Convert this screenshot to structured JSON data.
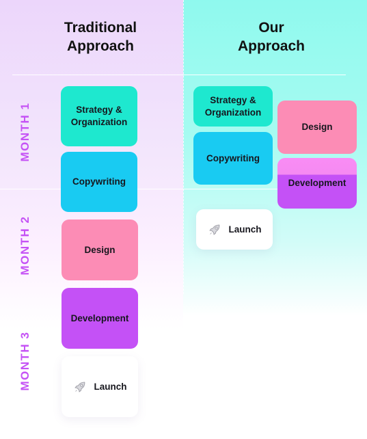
{
  "columns": {
    "traditional": {
      "title": "Traditional\nApproach"
    },
    "ours": {
      "title": "Our\nApproach"
    }
  },
  "months": [
    "MONTH 1",
    "MONTH 2",
    "MONTH 3"
  ],
  "traditional_steps": {
    "strategy": "Strategy &\nOrganization",
    "copywriting": "Copywriting",
    "design": "Design",
    "development": "Development",
    "launch": "Launch"
  },
  "our_steps": {
    "strategy": "Strategy &\nOrganization",
    "copywriting": "Copywriting",
    "design": "Design",
    "development": "Development",
    "launch": "Launch"
  },
  "colors": {
    "strategy": "#1ee8cf",
    "copywriting": "#19cbf2",
    "design": "#fc8cb5",
    "development": "#c451f6",
    "month_label": "#c552f5"
  },
  "icons": {
    "launch": "rocket-icon"
  }
}
